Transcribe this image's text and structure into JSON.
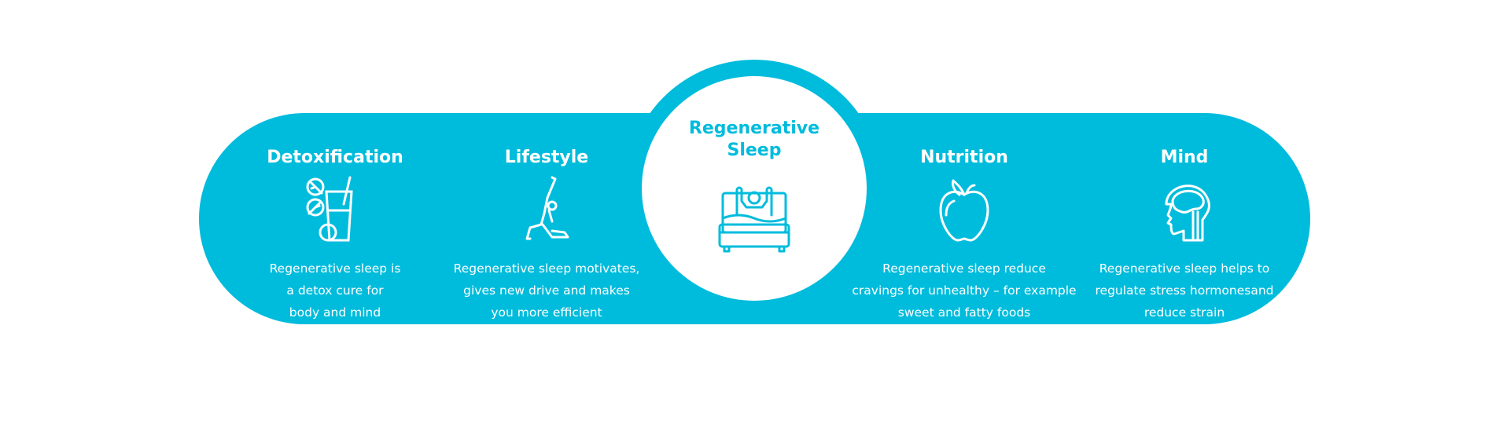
{
  "colors": {
    "brand": "#00bcdc",
    "text_light": "#ffffff"
  },
  "center": {
    "title_line1": "Regenerative",
    "title_line2": "Sleep",
    "icon": "bed-person-icon"
  },
  "items": [
    {
      "title": "Detoxification",
      "icon": "detox-drink-icon",
      "lines": [
        "Regenerative sleep is",
        "a detox cure for",
        "body and mind"
      ]
    },
    {
      "title": "Lifestyle",
      "icon": "yoga-pose-icon",
      "lines": [
        "Regenerative sleep motivates,",
        "gives new drive and makes",
        "you more efficient"
      ]
    },
    {
      "title": "Nutrition",
      "icon": "apple-icon",
      "lines": [
        "Regenerative sleep reduce",
        "cravings for unhealthy – for example",
        "sweet and fatty foods"
      ]
    },
    {
      "title": "Mind",
      "icon": "brain-head-icon",
      "lines": [
        "Regenerative sleep helps to",
        "regulate stress hormonesand",
        "reduce strain"
      ]
    }
  ]
}
